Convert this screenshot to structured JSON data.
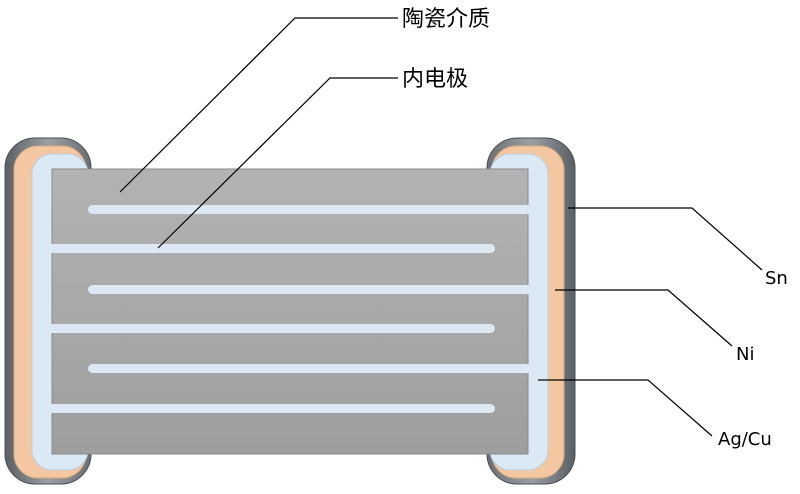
{
  "labels": {
    "ceramic": "陶瓷介质",
    "electrode": "内电极",
    "sn": "Sn",
    "ni": "Ni",
    "agcu": "Ag/Cu"
  },
  "colors": {
    "outer_cap": "#555a60",
    "cap_gradient_light": "#9aa0a6",
    "ni_layer": "#f2c7a2",
    "agcu_layer": "#dbe9f5",
    "ceramic_body": "#a8a8a8",
    "electrode": "#dce9f5"
  }
}
